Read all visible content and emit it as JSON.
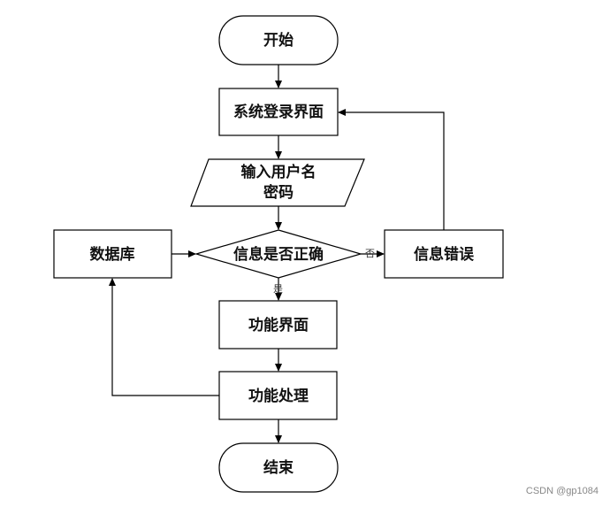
{
  "nodes": {
    "start": "开始",
    "login": "系统登录界面",
    "input_line1": "输入用户名",
    "input_line2": "密码",
    "check": "信息是否正确",
    "error": "信息错误",
    "database": "数据库",
    "function_ui": "功能界面",
    "processing": "功能处理",
    "end": "结束"
  },
  "edges": {
    "no_label": "否",
    "yes_label": "是"
  },
  "watermark": "CSDN @gp1084"
}
